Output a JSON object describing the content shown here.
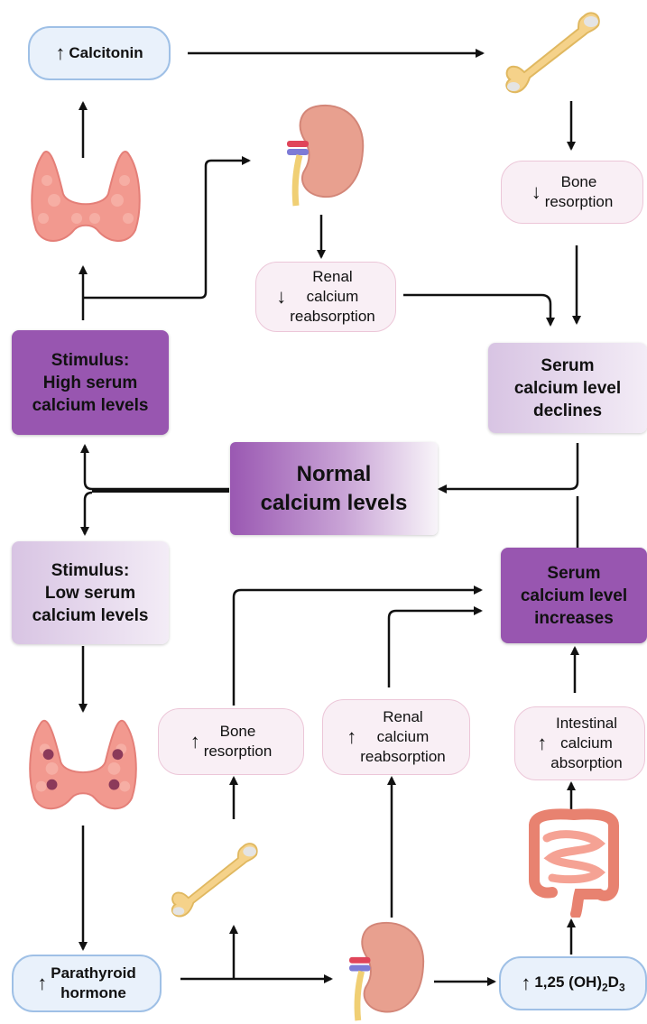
{
  "calcitonin": "Calcitonin",
  "bone_resorption_down": [
    "Bone",
    "resorption"
  ],
  "renal_down": [
    "Renal",
    "calcium",
    "reabsorption"
  ],
  "stimulus_high": [
    "Stimulus:",
    "High serum",
    "calcium levels"
  ],
  "serum_declines": [
    "Serum",
    "calcium level",
    "declines"
  ],
  "normal": [
    "Normal",
    "calcium levels"
  ],
  "stimulus_low": [
    "Stimulus:",
    "Low serum",
    "calcium levels"
  ],
  "serum_increases": [
    "Serum",
    "calcium level",
    "increases"
  ],
  "bone_resorption_up": [
    "Bone",
    "resorption"
  ],
  "renal_up": [
    "Renal",
    "calcium",
    "reabsorption"
  ],
  "intestinal_up": [
    "Intestinal",
    "calcium",
    "absorption"
  ],
  "pth": [
    "Parathyroid",
    "hormone"
  ],
  "vitd": {
    "prefix": "1,25 (OH)",
    "sub1": "2",
    "mid": "D",
    "sub2": "3"
  },
  "colors": {
    "dark_purple": "#9856b0",
    "light_purple": "#d8c4e3",
    "pill_blue": "#e9f1fb",
    "pill_pink": "#f9eff5",
    "bone": "#f5d28a",
    "kidney": "#e8a08f",
    "thyroid": "#f2998f"
  },
  "icons": [
    "thyroid-icon",
    "parathyroid-icon",
    "kidney-icon",
    "bone-icon",
    "intestine-icon",
    "up-arrow-icon",
    "down-arrow-icon"
  ]
}
